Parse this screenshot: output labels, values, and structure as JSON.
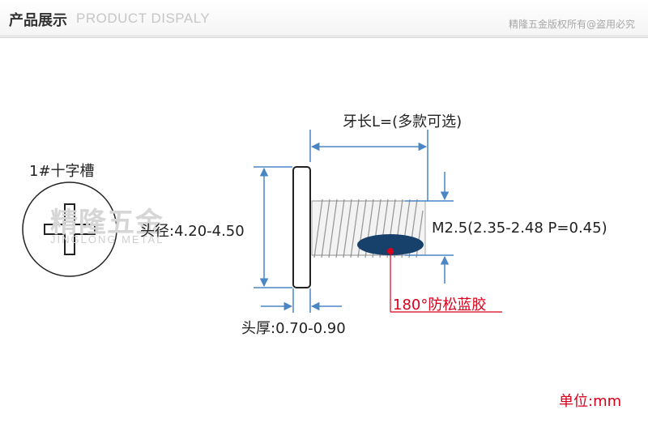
{
  "header": {
    "title_cn": "产品展示",
    "title_en": "PRODUCT DISPALY",
    "copyright": "精隆五金版权所有@盗用必究"
  },
  "labels": {
    "recess": "1#十字槽",
    "thread_length": "牙长L=(多款可选)",
    "head_diameter": "头径:4.20-4.50",
    "thread_spec": "M2.5(2.35-2.48 P=0.45)",
    "head_thickness": "头厚:0.70-0.90",
    "patch": "180°防松蓝胶",
    "unit": "单位:mm"
  },
  "watermark": {
    "cn": "精隆五金",
    "en": "JINGLONG METAL"
  },
  "colors": {
    "dimension": "#4a86c5",
    "callout": "#d9001b",
    "patch": "#17406b",
    "outline": "#222222"
  }
}
